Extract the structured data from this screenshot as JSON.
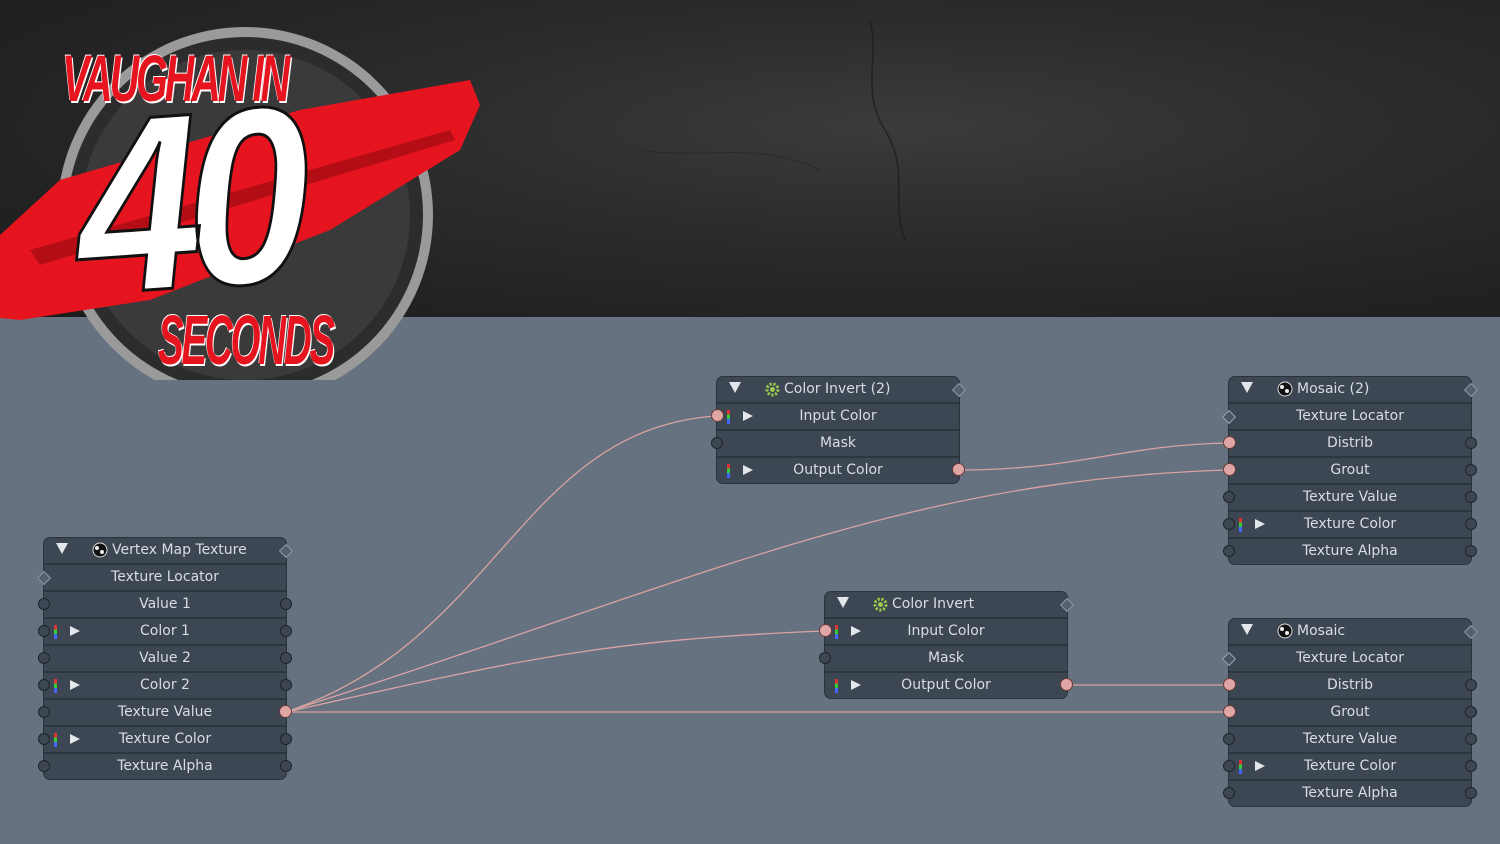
{
  "logo": {
    "line1": "VAUGHAN IN",
    "number": "40",
    "line2": "SECONDS"
  },
  "colors": {
    "canvas": "#66727f",
    "node": "#3d4754",
    "wire": "#d9a3a3",
    "port_active": "#e0a6a6",
    "logo_red": "#e5141f"
  },
  "nodes": {
    "vertex_map_texture": {
      "title": "Vertex Map Texture",
      "icon": "texture-icon",
      "rows": [
        "Texture Locator",
        "Value 1",
        "Color 1",
        "Value 2",
        "Color 2",
        "Texture Value",
        "Texture Color",
        "Texture Alpha"
      ]
    },
    "color_invert_2": {
      "title": "Color Invert (2)",
      "icon": "gear-icon",
      "rows": [
        "Input Color",
        "Mask",
        "Output Color"
      ]
    },
    "color_invert": {
      "title": "Color Invert",
      "icon": "gear-icon",
      "rows": [
        "Input Color",
        "Mask",
        "Output Color"
      ]
    },
    "mosaic_2": {
      "title": "Mosaic (2)",
      "icon": "texture-icon",
      "rows": [
        "Texture Locator",
        "Distrib",
        "Grout",
        "Texture Value",
        "Texture Color",
        "Texture Alpha"
      ]
    },
    "mosaic": {
      "title": "Mosaic",
      "icon": "texture-icon",
      "rows": [
        "Texture Locator",
        "Distrib",
        "Grout",
        "Texture Value",
        "Texture Color",
        "Texture Alpha"
      ]
    }
  },
  "connections": [
    {
      "from": "Vertex Map Texture.Texture Value",
      "to": "Color Invert (2).Input Color"
    },
    {
      "from": "Vertex Map Texture.Texture Value",
      "to": "Color Invert.Input Color"
    },
    {
      "from": "Vertex Map Texture.Texture Value",
      "to": "Mosaic (2).Grout"
    },
    {
      "from": "Vertex Map Texture.Texture Value",
      "to": "Mosaic.Grout"
    },
    {
      "from": "Color Invert (2).Output Color",
      "to": "Mosaic (2).Distrib"
    },
    {
      "from": "Color Invert.Output Color",
      "to": "Mosaic.Distrib"
    }
  ]
}
